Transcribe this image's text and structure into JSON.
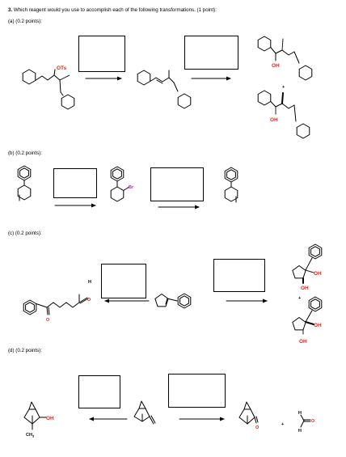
{
  "question": {
    "title_num": "3.",
    "title_text": " Which reagent would you use to accomplish each of the following transformations. (1 point):"
  },
  "parts": [
    {
      "label": "(a) (0.2 points):"
    },
    {
      "label": "(b) (0.2 points):"
    },
    {
      "label": "(c) (0.2 points):"
    },
    {
      "label": "(d) (0.2 points):"
    }
  ],
  "labels": {
    "ots": "OTs",
    "oh": "OH",
    "br": "Br",
    "h": "H",
    "o": "O",
    "ch3": "CH",
    "ch3_sub": "3",
    "plus": "+"
  },
  "colors": {
    "oxygen": "#e2231a",
    "bromine": "#c020c0",
    "bond": "#000000"
  }
}
